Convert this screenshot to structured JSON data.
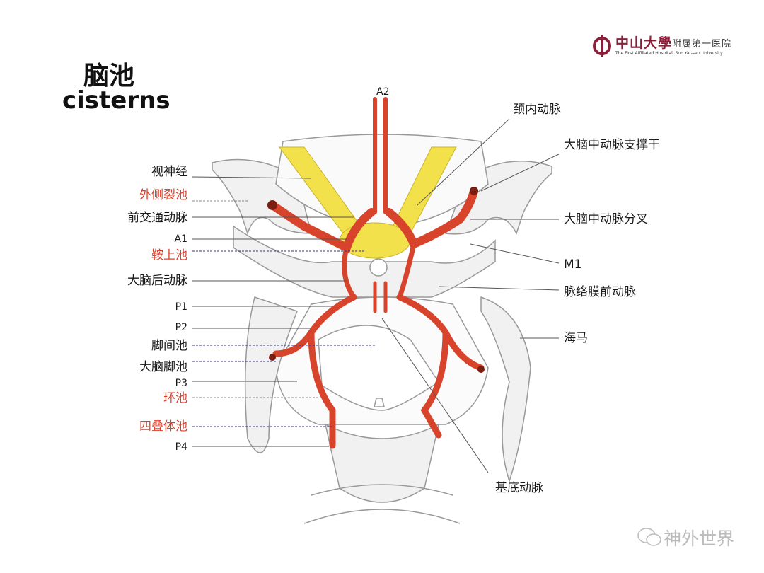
{
  "title_cn": "脑池",
  "title_en": "cisterns",
  "logo": {
    "name_cn": "中山大學",
    "sub_cn": "附属第一医院",
    "name_en": "The First Affiliated Hospital, Sun Yat-sen University"
  },
  "left_labels": [
    "视神经",
    "外侧裂池",
    "前交通动脉",
    "A1",
    "鞍上池",
    "大脑后动脉",
    "P1",
    "P2",
    "脚间池",
    "大脑脚池",
    "P3",
    "环池",
    "四叠体池",
    "P4"
  ],
  "right_labels": {
    "a2": "A2",
    "ica": "颈内动脉",
    "mca_trunk": "大脑中动脉支撑干",
    "mca_bif": "大脑中动脉分叉",
    "m1": "M1",
    "acha": "脉络膜前动脉",
    "hippo": "海马",
    "basilar": "基底动脉"
  },
  "watermark": "神外世界",
  "colors": {
    "artery": "#d8432b",
    "nerve": "#f2e14a",
    "cistern_label": "#e0402a"
  }
}
